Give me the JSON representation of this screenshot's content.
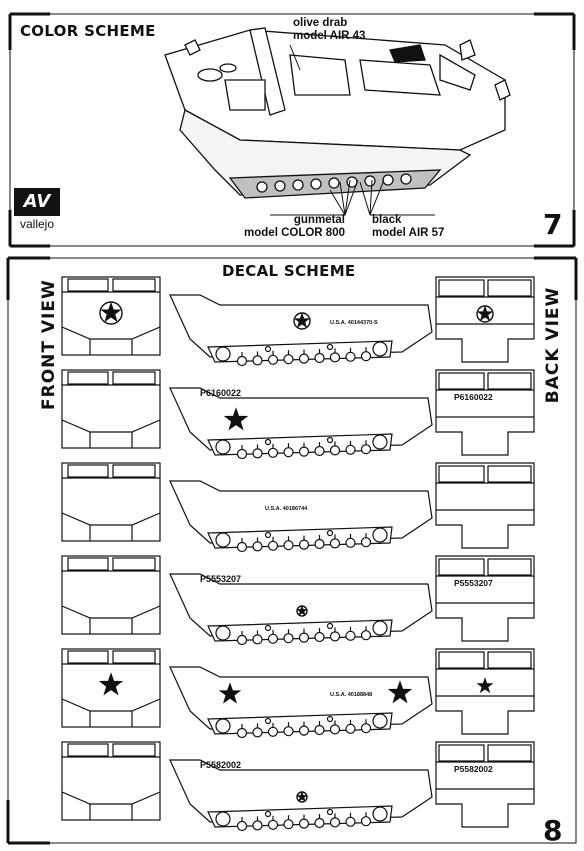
{
  "top_panel": {
    "title": "COLOR SCHEME",
    "page_number": "7",
    "brand": {
      "logo_mark": "AV",
      "name": "vallejo"
    },
    "callouts": [
      {
        "id": "olive",
        "lines": [
          "olive drab",
          "model AIR 43"
        ],
        "color": "#6b6b3a"
      },
      {
        "id": "gunmetal",
        "lines": [
          "gunmetal",
          "model COLOR 800"
        ],
        "color": "#555a5e"
      },
      {
        "id": "black",
        "lines": [
          "black",
          "model AIR 57"
        ],
        "color": "#111111"
      }
    ]
  },
  "bottom_panel": {
    "title": "DECAL SCHEME",
    "page_number": "8",
    "front_label": "FRONT VIEW",
    "back_label": "BACK VIEW",
    "rows": [
      {
        "front": "star-roundel",
        "side_code": "",
        "side_emblem": "star-roundel",
        "side_serial": "U.S.A. 40144370-S",
        "back_emblem": "star-roundel",
        "back_code": ""
      },
      {
        "front": "",
        "side_code": "P6160022",
        "side_emblem": "star",
        "side_serial": "",
        "back_emblem": "",
        "back_code": "P6160022"
      },
      {
        "front": "",
        "side_code": "",
        "side_emblem": "",
        "side_serial": "U.S.A. 40186744",
        "back_emblem": "",
        "back_code": ""
      },
      {
        "front": "",
        "side_code": "P5553207",
        "side_emblem": "roundel-small",
        "side_serial": "",
        "back_emblem": "",
        "back_code": "P5553207"
      },
      {
        "front": "star",
        "side_code": "",
        "side_emblem": "star",
        "side_serial": "U.S.A. 40188848",
        "back_emblem": "star",
        "back_code": ""
      },
      {
        "front": "",
        "side_code": "P5582002",
        "side_emblem": "roundel-small",
        "side_serial": "",
        "back_emblem": "",
        "back_code": "P5582002"
      }
    ]
  }
}
